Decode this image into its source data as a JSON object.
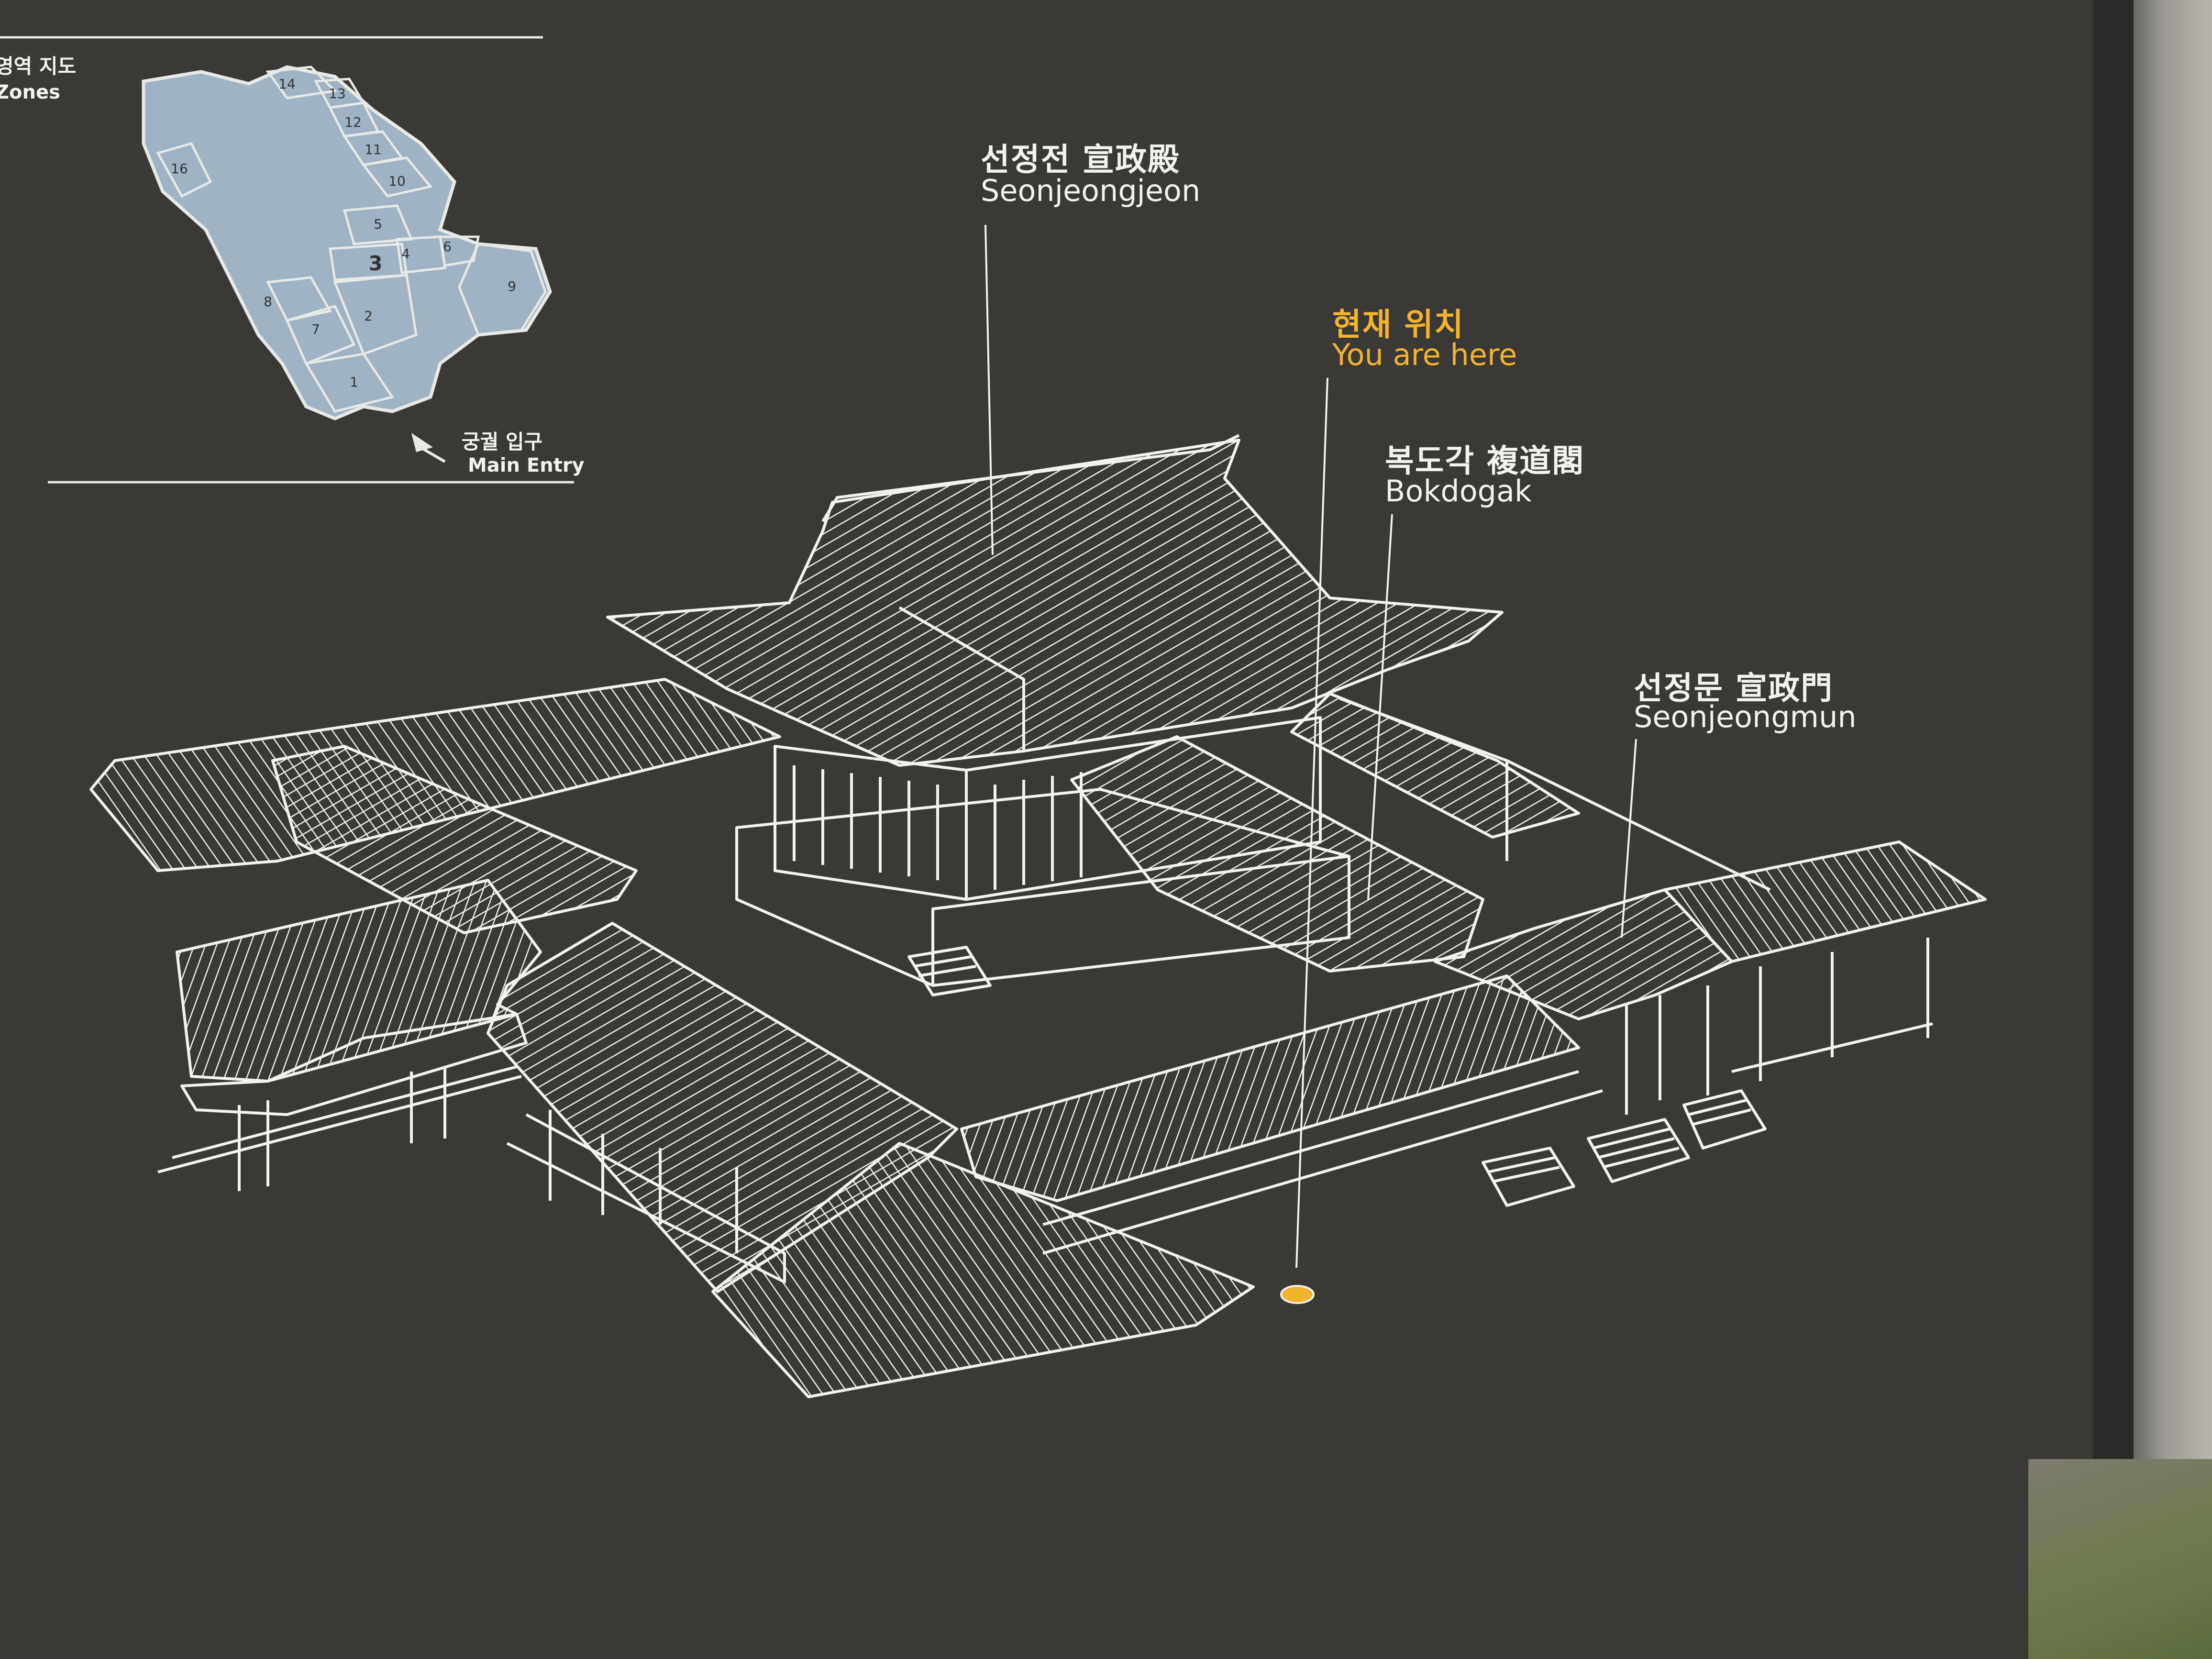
{
  "map_inset": {
    "title_ko": "영역 지도",
    "title_en": "Zones",
    "zone_numbers": [
      "14",
      "13",
      "12",
      "11",
      "10",
      "16",
      "5",
      "3",
      "4",
      "6",
      "9",
      "8",
      "7",
      "2",
      "1"
    ],
    "entry_ko": "궁궐 입구",
    "entry_en": "Main Entry"
  },
  "labels": {
    "seonjeongjeon": {
      "ko": "선정전 宣政殿",
      "en": "Seonjeongjeon"
    },
    "you_are_here": {
      "ko": "현재 위치",
      "en": "You are here"
    },
    "bokdogak": {
      "ko": "복도각 複道閣",
      "en": "Bokdogak"
    },
    "seonjeongmun": {
      "ko": "선정문 宣政門",
      "en": "Seonjeongmun"
    }
  },
  "colors": {
    "board": "#3a3936",
    "line": "#f2f2f0",
    "marker": "#f2b32d",
    "map_fill": "#9fb3c4"
  }
}
